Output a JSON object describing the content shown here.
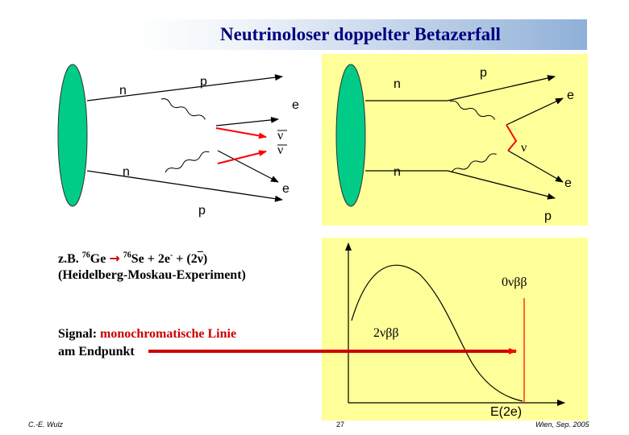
{
  "title": "Neutrinoloser doppelter Betazerfall",
  "diagram_left": {
    "n_top": "n",
    "n_bottom": "n",
    "p_top": "p",
    "p_bottom": "p",
    "e_top": "e",
    "e_bottom": "e",
    "nubar_top": "ν",
    "nubar_bottom": "ν"
  },
  "diagram_right": {
    "n_top": "n",
    "n_bottom": "n",
    "p_top": "p",
    "p_bottom": "p",
    "e_top": "e",
    "e_bottom": "e",
    "nu": "ν"
  },
  "reaction": {
    "prefix": "z.B. ",
    "ge_mass": "76",
    "ge": "Ge ",
    "arrow": "→",
    "se_mass": "76",
    "se": "Se + 2e",
    "e_charge": "-",
    "tail": " + (2",
    "nu": "ν",
    "close": ")",
    "experiment": "(Heidelberg-Moskau-Experiment)"
  },
  "signal": {
    "label": "Signal: ",
    "red_text": "monochromatische Linie",
    "line2": "am Endpunkt"
  },
  "plot": {
    "label_0nbb": "0νββ",
    "label_2nbb": "2νββ",
    "xlabel": "E(2e)"
  },
  "footer": {
    "author": "C.-E. Wulz",
    "page": "27",
    "place_date": "Wien, Sep. 2005"
  },
  "colors": {
    "nucleus_green": "#00cc88",
    "arrow_red": "#ff0000",
    "signal_red": "#cc0000",
    "panel_yellow": "#ffff99",
    "title_blue": "#000080"
  }
}
